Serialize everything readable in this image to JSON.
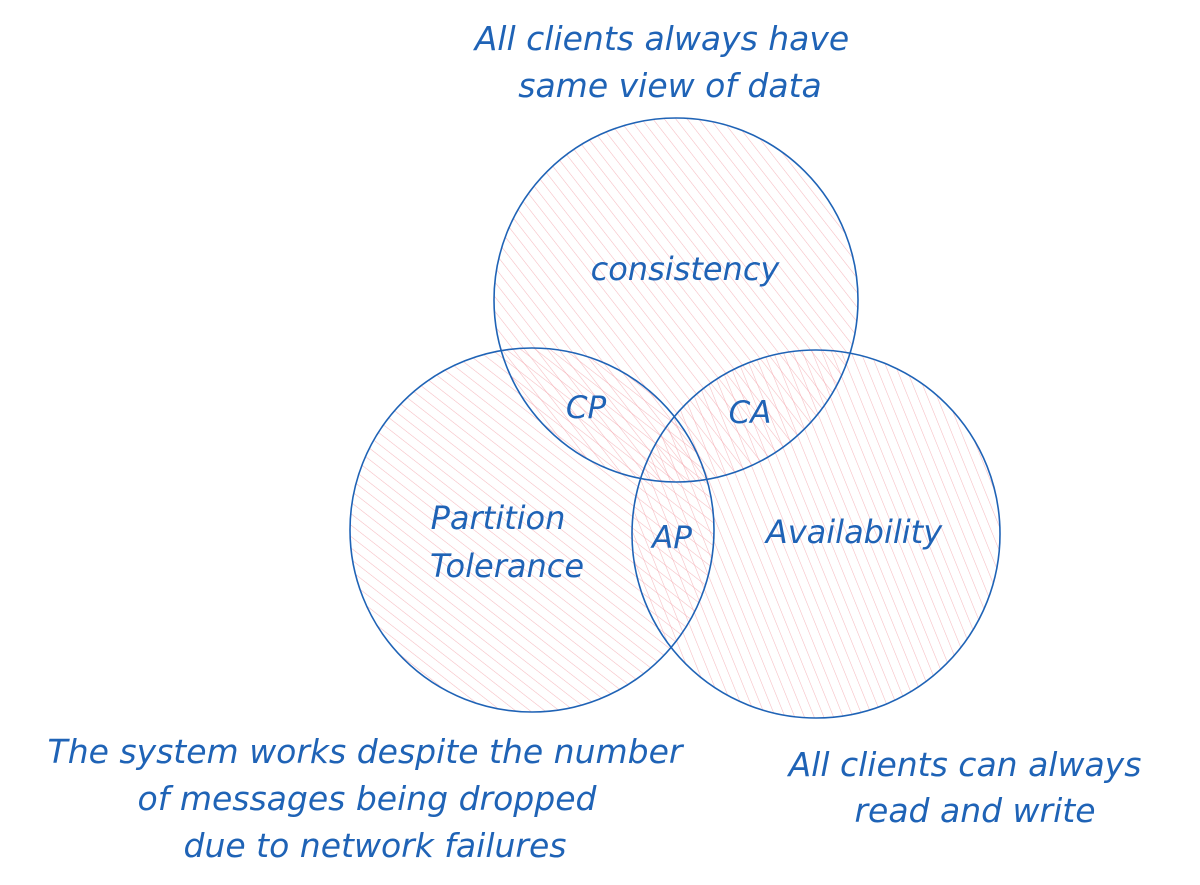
{
  "diagram": {
    "colors": {
      "ink": "#1f63b6",
      "hatch": "#f3a3a9",
      "background": "#ffffff"
    },
    "sets": {
      "consistency": {
        "label": "consistency",
        "description": [
          "All clients always have",
          "same view of data"
        ]
      },
      "partition": {
        "label": [
          "Partition",
          "Tolerance"
        ],
        "description": [
          "The system works despite the number",
          "of messages being dropped",
          "due to network failures"
        ]
      },
      "availability": {
        "label": "Availability",
        "description": [
          "All clients can always",
          "read and write"
        ]
      }
    },
    "intersections": {
      "cp": "CP",
      "ca": "CA",
      "ap": "AP"
    }
  }
}
